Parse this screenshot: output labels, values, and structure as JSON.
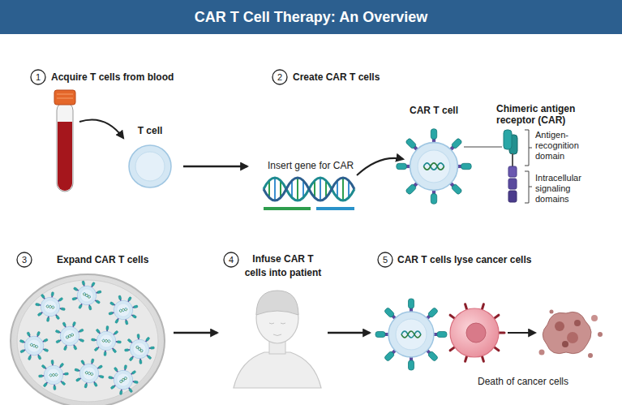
{
  "diagram": {
    "title": "CAR T Cell Therapy: An Overview",
    "nodes": [
      {
        "text": [
          "1",
          "Acquire T cells from blood"
        ]
      },
      {
        "text": [
          "T cell"
        ]
      },
      {
        "text": [
          "2",
          "Create CAR T cells"
        ]
      },
      {
        "text": [
          "CAR T cell"
        ]
      },
      {
        "text": [
          "3",
          "Expand CAR T cells"
        ]
      },
      {
        "text": [
          "4",
          "Infuse CAR T cells into patient"
        ]
      },
      {
        "text": [
          "5",
          "CAR T cells lyse cancer cells"
        ]
      }
    ],
    "labels": [
      "Insert gene for CAR",
      "Chimeric antigen receptor (CAR)",
      "Antigen-recognition domain",
      "Intracellular signaling domains",
      "Death of cancer cells"
    ]
  }
}
